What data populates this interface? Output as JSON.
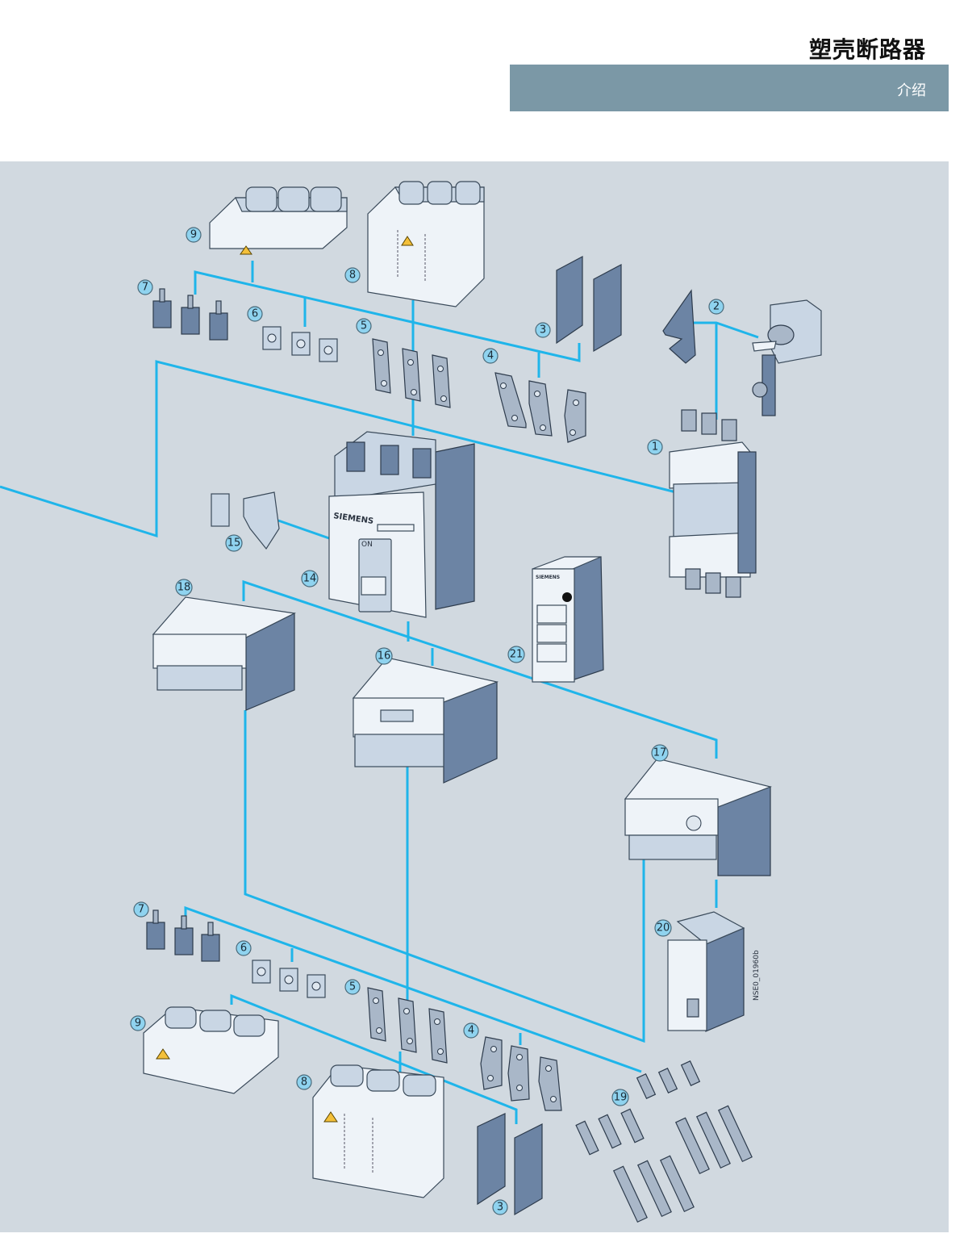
{
  "header": {
    "title": "塑壳断路器",
    "section": "介绍"
  },
  "diagram": {
    "brand_text": "SIEMENS",
    "switch_label": "ON",
    "drawing_code": "NSE0_01960b",
    "callouts": [
      "1",
      "2",
      "3",
      "3",
      "4",
      "4",
      "5",
      "5",
      "6",
      "6",
      "7",
      "7",
      "8",
      "8",
      "9",
      "9",
      "14",
      "15",
      "16",
      "17",
      "18",
      "19",
      "20",
      "21"
    ],
    "colors": {
      "connector_line": "#1fb5ea",
      "panel_background": "#d1d9e0",
      "header_band": "#7b98a6",
      "callout_fill": "#8fd3ef"
    }
  }
}
